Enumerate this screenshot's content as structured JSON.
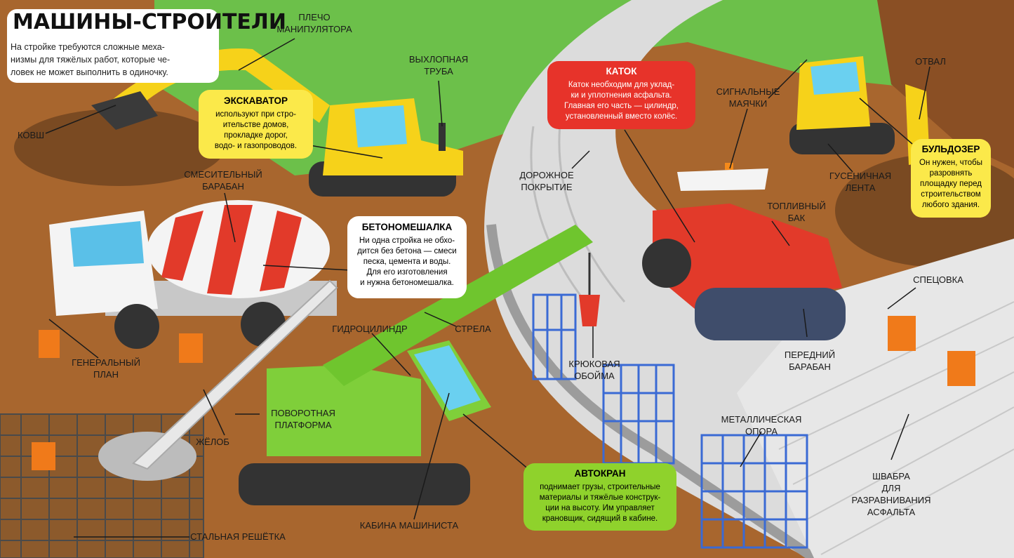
{
  "title": "МАШИНЫ-СТРОИТЕЛИ",
  "intro": "На стройке требуются сложные меха-\nнизмы для тяжёлых работ, которые че-\nловек не может выполнить в одиночку.",
  "colors": {
    "yellow_box": "#fbe94a",
    "red_box": "#e7332a",
    "white_box": "#ffffff",
    "green_box": "#8fd22c",
    "grass": "#6cc04a",
    "soil": "#a8662e",
    "road": "#dcdcdc"
  },
  "boxes": {
    "excavator": {
      "title": "ЭКСКАВАТОР",
      "text": "используют при стро-\nительстве домов,\nпрокладке дорог,\nводо- и газопроводов."
    },
    "roller": {
      "title": "КАТОК",
      "text": "Каток необходим для уклад-\nки и уплотнения асфальта.\nГлавная его часть — цилиндр,\nустановленный вместо колёс."
    },
    "mixer": {
      "title": "БЕТОНОМЕШАЛКА",
      "text": "Ни одна стройка не обхо-\nдится без бетона — смеси\nпеска, цемента и воды.\nДля его изготовления\nи нужна бетономешалка."
    },
    "bulldozer": {
      "title": "БУЛЬДОЗЕР",
      "text": "Он нужен, чтобы\nразровнять\nплощадку перед\nстроительством\nлюбого здания."
    },
    "crane": {
      "title": "АВТОКРАН",
      "text": "поднимает грузы, строительные\nматериалы и тяжёлые конструк-\nции на высоту. Им управляет\nкрановщик, сидящий в кабине."
    }
  },
  "labels": {
    "bucket": "КОВШ",
    "arm": "ПЛЕЧО\nМАНИПУЛЯТОРА",
    "exhaust": "ВЫХЛОПНАЯ\nТРУБА",
    "drum": "СМЕСИТЕЛЬНЫЙ\nБАРАБАН",
    "masterplan": "ГЕНЕРАЛЬНЫЙ\nПЛАН",
    "chute": "ЖЁЛОБ",
    "steel_grid": "СТАЛЬНАЯ РЕШЁТКА",
    "cylinder": "ГИДРОЦИЛИНДР",
    "boom": "СТРЕЛА",
    "platform": "ПОВОРОТНАЯ\nПЛАТФОРМА",
    "cabin": "КАБИНА МАШИНИСТА",
    "hook": "КРЮКОВАЯ\nОБОЙМА",
    "pavement": "ДОРОЖНОЕ\nПОКРЫТИЕ",
    "beacons": "СИГНАЛЬНЫЕ\nМАЯЧКИ",
    "blade": "ОТВАЛ",
    "track": "ГУСЕНИЧНАЯ\nЛЕНТА",
    "fuel_tank": "ТОПЛИВНЫЙ\nБАК",
    "front_drum": "ПЕРЕДНИЙ\nБАРАБАН",
    "workwear": "СПЕЦОВКА",
    "support": "МЕТАЛЛИЧЕСКАЯ\nОПОРА",
    "squeegee": "ШВАБРА\nДЛЯ  РАЗРАВНИВАНИЯ\nАСФАЛЬТА"
  }
}
